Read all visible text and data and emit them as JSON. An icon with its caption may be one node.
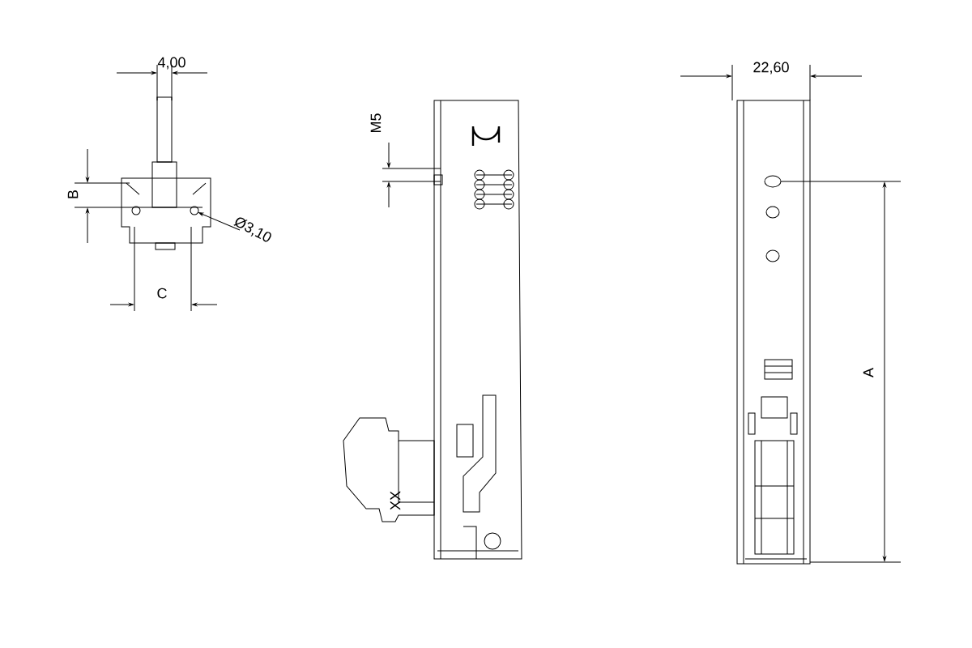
{
  "diagram": {
    "labels": [
      "4,00",
      "M5",
      "22,60",
      "B",
      "Ø3,10",
      "C",
      "XX",
      "A"
    ]
  }
}
